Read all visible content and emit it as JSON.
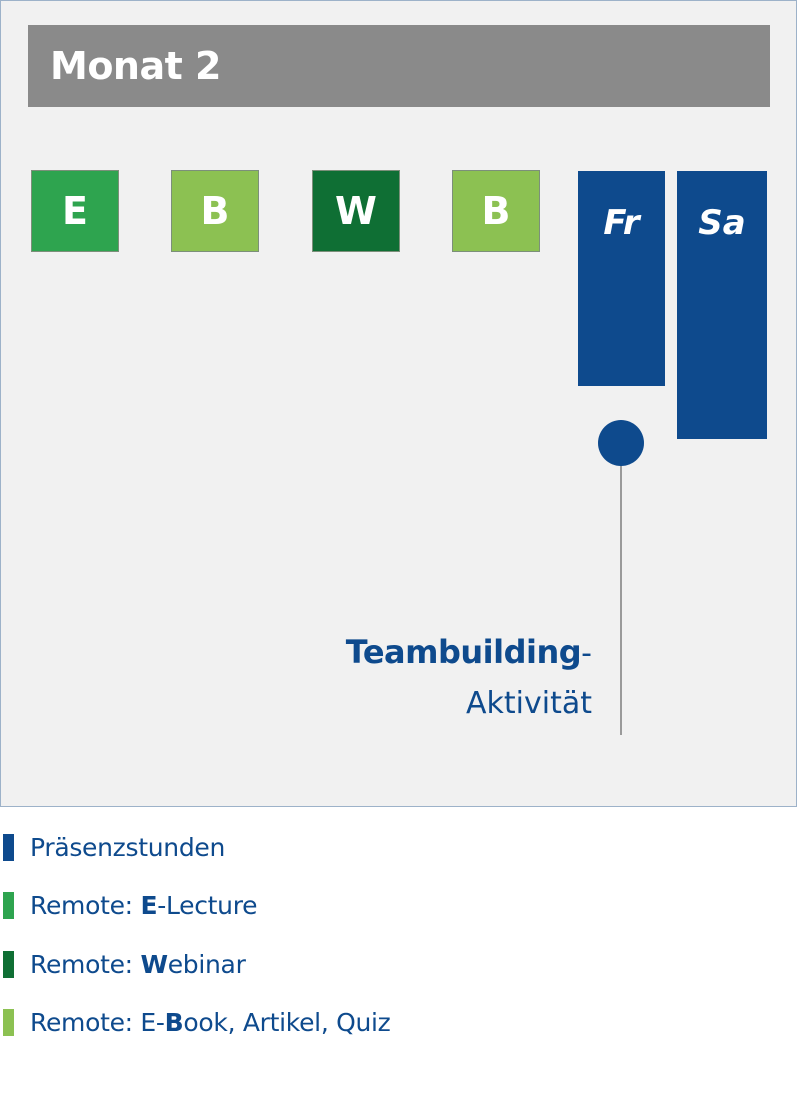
{
  "header": {
    "title": "Monat 2"
  },
  "blocks": [
    {
      "letter": "E",
      "color": "#2ea44f"
    },
    {
      "letter": "B",
      "color": "#8cc152"
    },
    {
      "letter": "W",
      "color": "#0f6f34"
    },
    {
      "letter": "B",
      "color": "#8cc152"
    }
  ],
  "days": [
    {
      "label": "Fr",
      "color": "#0e4a8d"
    },
    {
      "label": "Sa",
      "color": "#0e4a8d"
    }
  ],
  "annotation": {
    "line1_bold": "Teambuilding",
    "line1_suffix": "-",
    "line2": "Aktivität"
  },
  "legend": {
    "items": [
      {
        "prefix": "Präsenzstunden",
        "bold": "",
        "suffix": "",
        "color": "#0e4a8d"
      },
      {
        "prefix": "Remote: ",
        "bold": "E",
        "suffix": "-Lecture",
        "color": "#2ea44f"
      },
      {
        "prefix": "Remote: ",
        "bold": "W",
        "suffix": "ebinar",
        "color": "#0f6f34"
      },
      {
        "prefix": "Remote: E-",
        "bold": "B",
        "suffix": "ook, Artikel, Quiz",
        "color": "#8cc152"
      }
    ]
  }
}
